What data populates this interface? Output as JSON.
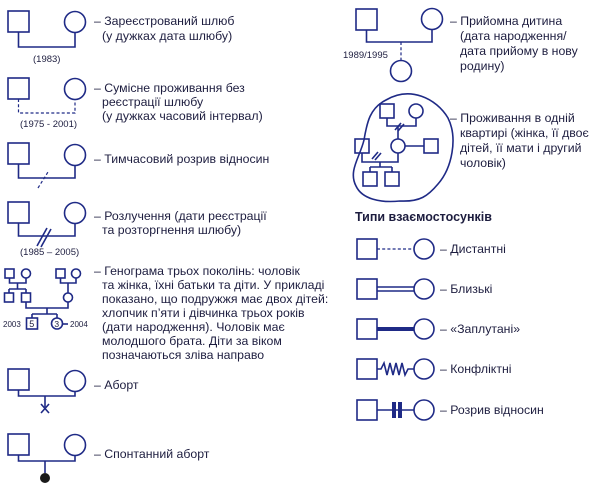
{
  "colors": {
    "line": "#1f2a86",
    "text": "#1d1d3f",
    "background": "#ffffff"
  },
  "legend_left": [
    {
      "label": [
        "– Зареєстрований шлюб",
        "(у дужках дата шлюбу)"
      ],
      "date": "(1983)"
    },
    {
      "label": [
        "– Сумісне проживання без",
        "реєстрації шлюбу",
        "(у дужках часовий інтервал)"
      ],
      "date": "(1975 - 2001)"
    },
    {
      "label": [
        "– Тимчасовий розрив відносин"
      ]
    },
    {
      "label": [
        "– Розлучення (дати реєстрації",
        "та розторгнення шлюбу)"
      ],
      "date": "(1985 – 2005)"
    },
    {
      "label": [
        "– Генограма трьох поколінь: чоловік",
        "та жінка, їхні батьки та діти. У прикладі",
        "показано, що подружжя має двох дітей:",
        "хлопчик п’яти і дівчинка трьох років",
        "(дати народження). Чоловік має",
        "молодшого брата. Діти за віком",
        "позначаються зліва направо"
      ],
      "child_years": [
        "2003",
        "2004"
      ],
      "child_ages": [
        "5",
        "3"
      ]
    },
    {
      "label": [
        "– Аборт"
      ]
    },
    {
      "label": [
        "– Спонтанний аборт"
      ]
    }
  ],
  "legend_right": [
    {
      "label": [
        "– Прийомна дитина",
        "(дата народження/",
        "дата прийому в нову",
        "родину)"
      ],
      "date": "1989/1995"
    },
    {
      "label": [
        "– Проживання в одній",
        "квартирі (жінка, її двоє",
        "дітей, її мати і другий",
        "чоловік)"
      ]
    }
  ],
  "relations": {
    "title": "Типи взаємостосунків",
    "items": [
      "– Дистантні",
      "– Близькі",
      "– «Заплутані»",
      "– Конфліктні",
      "– Розрив відносин"
    ]
  }
}
